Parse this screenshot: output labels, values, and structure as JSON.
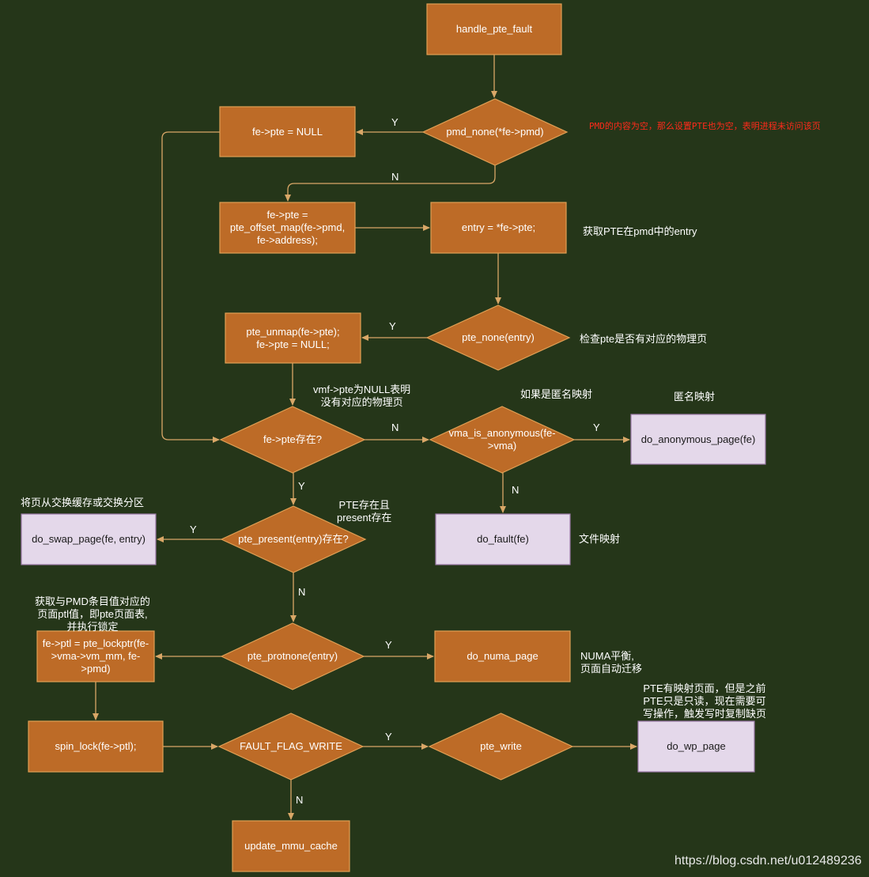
{
  "colors": {
    "background": "#253619",
    "box_fill": "#bd6b27",
    "box_stroke": "#e0a055",
    "leaf_fill": "#e4d8ea",
    "leaf_stroke": "#9b7aa8",
    "arrow": "#d9a767",
    "note": "#ffffff",
    "warning": "#ff2a1a"
  },
  "nodes": {
    "handle_pte_fault": "handle_pte_fault",
    "pmd_none": "pmd_none(*fe->pmd)",
    "fe_pte_null": "fe->pte = NULL",
    "pte_offset_map": "fe->pte =\npte_offset_map(fe->pmd,\nfe->address);",
    "entry": "entry = *fe->pte;",
    "pte_none": "pte_none(entry)",
    "pte_unmap": "pte_unmap(fe->pte);\nfe->pte = NULL;",
    "fe_pte_exists": "fe->pte存在?",
    "vma_is_anonymous": "vma_is_anonymous(fe-\n>vma)",
    "do_anonymous_page": "do_anonymous_page(fe)",
    "do_fault": "do_fault(fe)",
    "pte_present": "pte_present(entry)存在?",
    "do_swap_page": "do_swap_page(fe, entry)",
    "pte_protnone": "pte_protnone(entry)",
    "do_numa_page": "do_numa_page",
    "pte_lockptr": "fe->ptl = pte_lockptr(fe-\n>vma->vm_mm, fe-\n>pmd)",
    "spin_lock": "spin_lock(fe->ptl);",
    "fault_flag_write": "FAULT_FLAG_WRITE",
    "pte_write": "pte_write",
    "do_wp_page": "do_wp_page",
    "update_mmu_cache": "update_mmu_cache"
  },
  "edge_labels": {
    "yes": "Y",
    "no": "N"
  },
  "notes": {
    "pmd_empty": "PMD的内容为空，那么设置PTE也为空，表明进程未访问该页",
    "get_pte": "获取PTE在pmd中的entry",
    "check_pte": "检查pte是否有对应的物理页",
    "vmf_null": "vmf->pte为NULL表明\n没有对应的物理页",
    "if_anonymous": "如果是匿名映射",
    "anonymous_map": "匿名映射",
    "swap_from": "将页从交换缓存或交换分区",
    "pte_present_exists": "PTE存在且\npresent存在",
    "file_map": "文件映射",
    "get_ptl": "获取与PMD条目值对应的\n页面ptl值，即pte页面表,\n并执行锁定",
    "numa": "NUMA平衡,\n页面自动迁移",
    "cow": "PTE有映射页面，但是之前\nPTE只是只读，现在需要可\n写操作，触发写时复制缺页"
  },
  "watermark": "https://blog.csdn.net/u012489236"
}
